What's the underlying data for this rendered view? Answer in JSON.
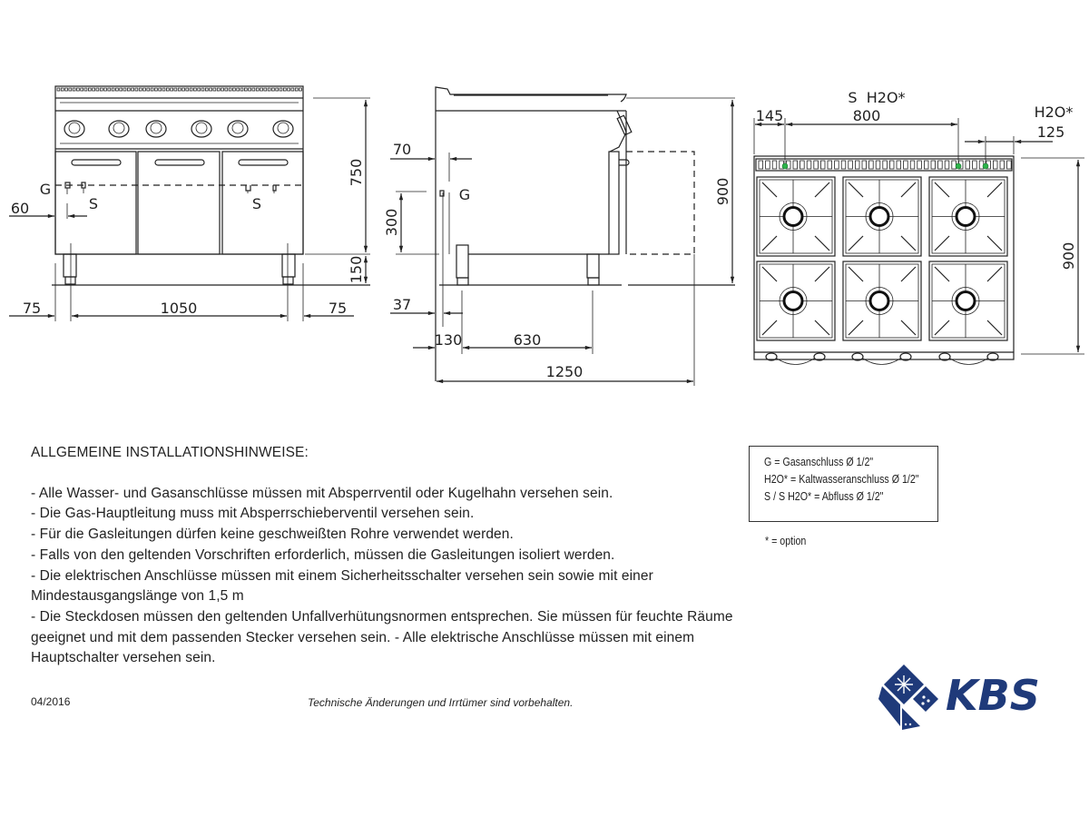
{
  "front_view": {
    "dim_height_body": "750",
    "dim_height_legs": "150",
    "dim_left": "75",
    "dim_width": "1050",
    "dim_right": "75",
    "dim_gas_offset": "60",
    "label_gas": "G",
    "label_drain_left": "S",
    "label_drain_right": "S"
  },
  "side_view": {
    "dim_height": "900",
    "dim_70": "70",
    "dim_300": "300",
    "dim_37": "37",
    "dim_130": "130",
    "dim_630": "630",
    "dim_depth": "1250",
    "label_gas": "G"
  },
  "top_view": {
    "label_s_h2o": "S  H2O*",
    "label_h2o": "H2O*",
    "dim_145": "145",
    "dim_800": "800",
    "dim_125": "125",
    "dim_depth": "900",
    "connector_color": "#2db34a"
  },
  "notes": {
    "heading": "ALLGEMEINE INSTALLATIONSHINWEISE:",
    "lines": [
      "- Alle Wasser- und Gasanschlüsse müssen mit Absperrventil oder Kugelhahn versehen sein.",
      "- Die Gas-Hauptleitung muss mit Absperrschieberventil versehen sein.",
      "- Für die Gasleitungen dürfen keine geschweißten Rohre verwendet werden.",
      "- Falls von den geltenden Vorschriften erforderlich, müssen die Gasleitungen isoliert werden.",
      "- Die elektrischen Anschlüsse müssen mit einem Sicherheitsschalter versehen sein sowie mit einer",
      "Mindestausgangslänge von 1,5 m",
      "- Die Steckdosen müssen den geltenden Unfallverhütungsnormen entsprechen. Sie müssen für feuchte Räume",
      "geeignet und mit dem passenden Stecker versehen sein. - Alle elektrische Anschlüsse müssen mit einem",
      "Hauptschalter versehen sein."
    ]
  },
  "legend": {
    "items": [
      "G = Gasanschluss Ø 1/2\"",
      "H2O* = Kaltwasseranschluss Ø 1/2\"",
      "S / S H2O* = Abfluss Ø 1/2\""
    ],
    "footnote": "* = option"
  },
  "footer": {
    "date": "04/2016",
    "disclaimer": "Technische Änderungen und Irrtümer sind vorbehalten."
  },
  "logo": {
    "text": "KBS",
    "color": "#1f3a7a"
  }
}
